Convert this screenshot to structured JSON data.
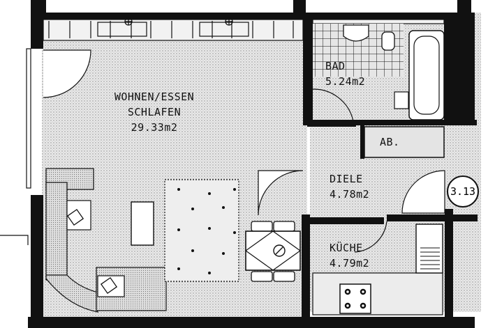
{
  "rooms": {
    "living": {
      "name": "WOHNEN/ESSEN",
      "name2": "SCHLAFEN",
      "area": "29.33m2"
    },
    "bath": {
      "name": "BAD",
      "area": "5.24m2"
    },
    "storage": {
      "name": "AB."
    },
    "hall": {
      "name": "DIELE",
      "area": "4.78m2"
    },
    "kitchen": {
      "name": "KÜCHE",
      "area": "4.79m2"
    }
  },
  "unit": {
    "number": "3.13"
  }
}
